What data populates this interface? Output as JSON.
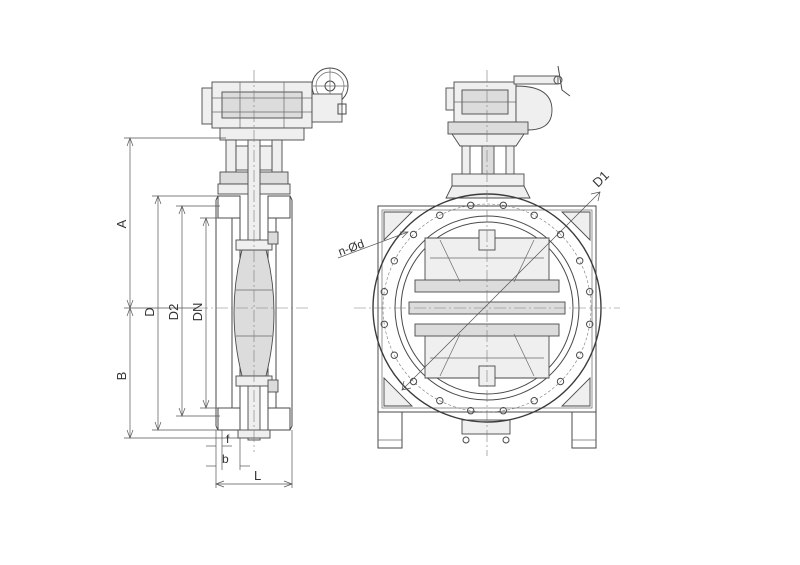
{
  "labels": {
    "A": "A",
    "B": "B",
    "D": "D",
    "D2": "D2",
    "DN": "DN",
    "f": "f",
    "b": "b",
    "L": "L",
    "D1": "D1",
    "n_od": "n-Ød"
  },
  "colors": {
    "line": "#4a4a4a",
    "background": "#ffffff"
  }
}
